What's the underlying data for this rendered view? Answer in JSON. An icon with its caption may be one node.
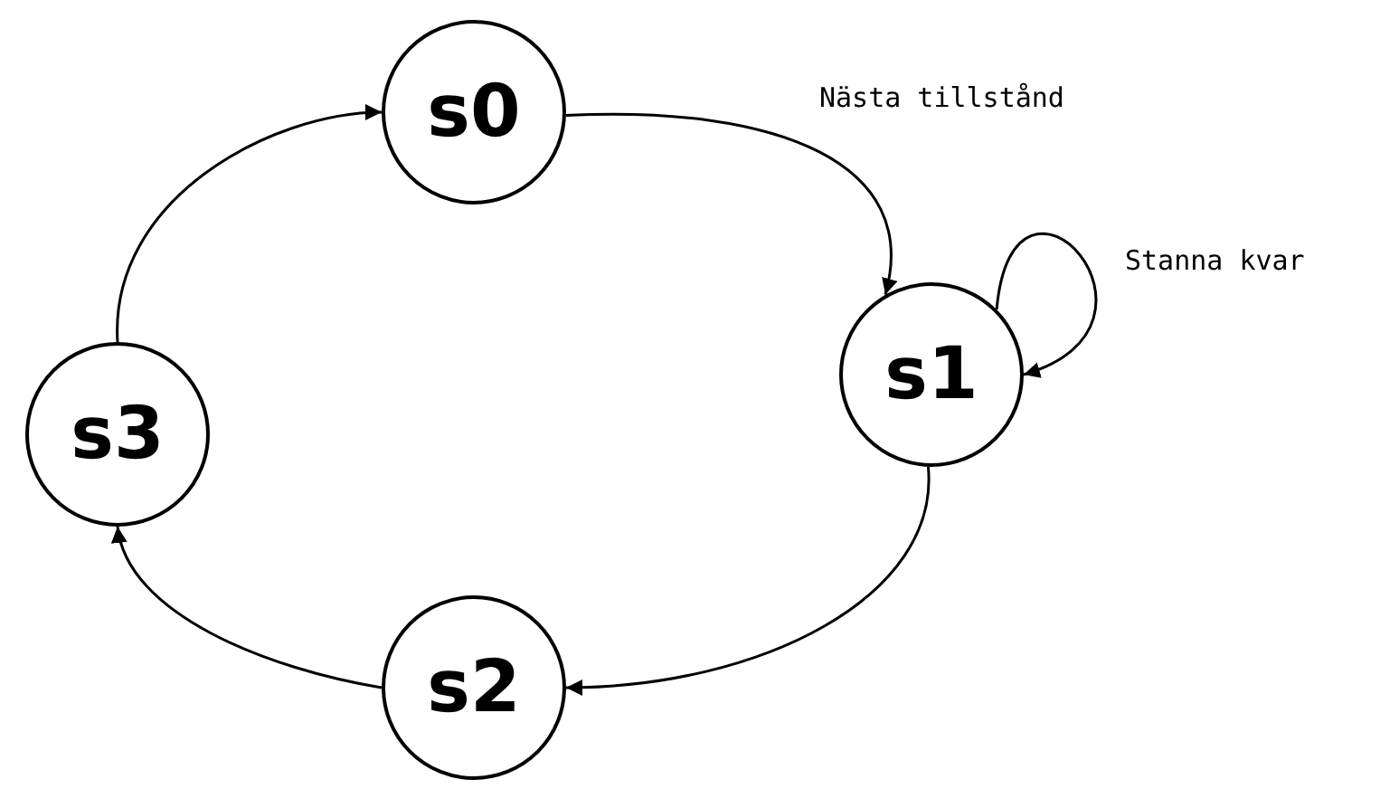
{
  "diagram": {
    "nodes": [
      {
        "text": [
          "s0"
        ]
      },
      {
        "text": [
          "s1"
        ]
      },
      {
        "text": [
          "s2"
        ]
      },
      {
        "text": [
          "s3"
        ]
      }
    ],
    "edges": [
      {
        "from": 0,
        "to": 1,
        "arrow": "to",
        "label": "Nästa tillstånd"
      },
      {
        "from": 1,
        "to": 1,
        "arrow": "to",
        "label": "Stanna kvar"
      },
      {
        "from": 1,
        "to": 2,
        "arrow": "to"
      },
      {
        "from": 2,
        "to": 3,
        "arrow": "to"
      },
      {
        "from": 3,
        "to": 0,
        "arrow": "to"
      }
    ]
  }
}
